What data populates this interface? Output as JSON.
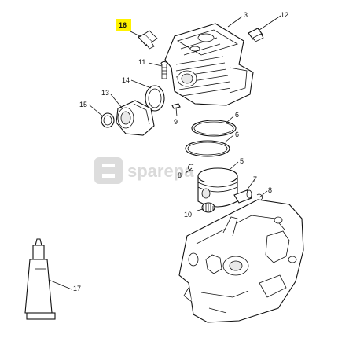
{
  "diagram": {
    "highlight_color": "#fff200",
    "line_color": "#111111",
    "callouts": [
      {
        "id": "16",
        "label": "16",
        "highlighted": true
      },
      {
        "id": "3",
        "label": "3"
      },
      {
        "id": "12",
        "label": "12"
      },
      {
        "id": "11",
        "label": "11"
      },
      {
        "id": "14",
        "label": "14"
      },
      {
        "id": "13",
        "label": "13"
      },
      {
        "id": "15",
        "label": "15"
      },
      {
        "id": "9",
        "label": "9"
      },
      {
        "id": "6a",
        "label": "6"
      },
      {
        "id": "6b",
        "label": "6"
      },
      {
        "id": "5",
        "label": "5"
      },
      {
        "id": "8a",
        "label": "8"
      },
      {
        "id": "7",
        "label": "7"
      },
      {
        "id": "8b",
        "label": "8"
      },
      {
        "id": "10",
        "label": "10"
      },
      {
        "id": "17",
        "label": "17"
      }
    ]
  },
  "watermark": {
    "text": "sparepa",
    "icon": "spareparts-logo-icon",
    "color": "#d6d6d6"
  }
}
